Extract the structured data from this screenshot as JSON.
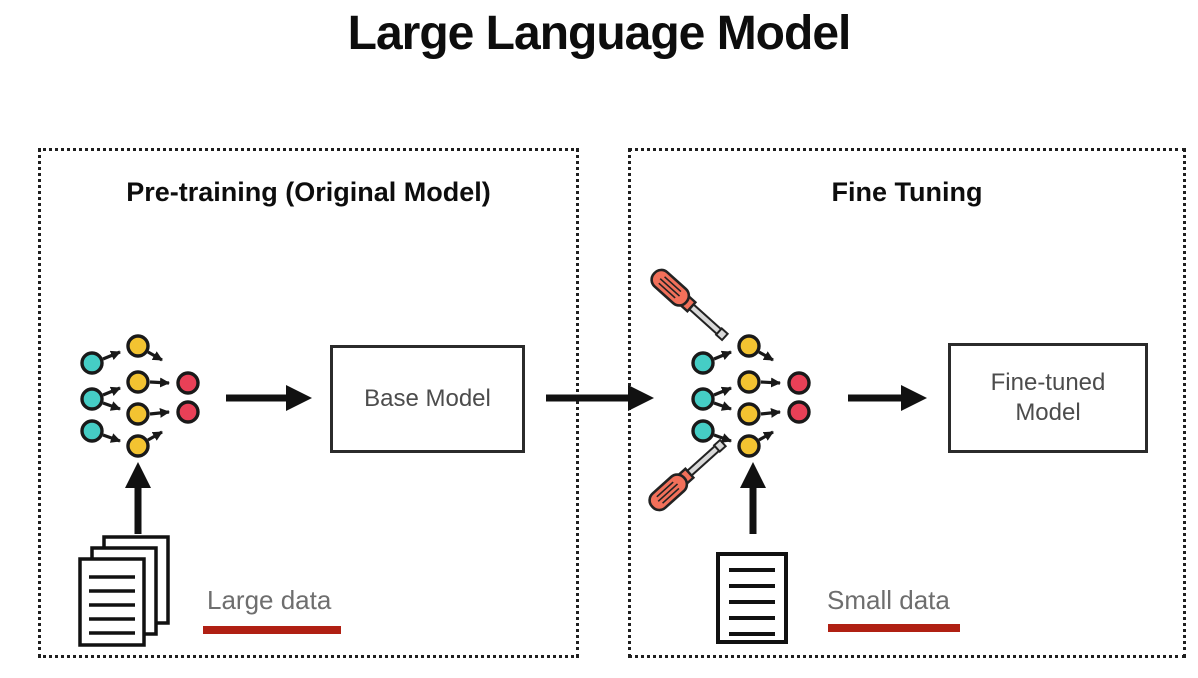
{
  "title": "Large Language Model",
  "panels": {
    "pretraining": {
      "heading": "Pre-training (Original Model)",
      "model_box_label": "Base Model",
      "data_label": "Large data",
      "icons": [
        "neural-network-icon",
        "arrow-up-icon",
        "documents-stack-icon",
        "arrow-right-icon"
      ]
    },
    "finetuning": {
      "heading": "Fine Tuning",
      "model_box_label": "Fine-tuned Model",
      "data_label": "Small data",
      "icons": [
        "screwdriver-icon",
        "neural-network-icon",
        "arrow-up-icon",
        "document-icon",
        "arrow-right-icon"
      ]
    }
  },
  "colors": {
    "node_cyan": "#45cdc5",
    "node_yellow": "#f3c331",
    "node_red": "#e94057",
    "outline": "#191919",
    "screwdriver_handle": "#f2705a",
    "shaft_gray": "#d9d9d9",
    "underline_red": "#b02013",
    "box_border": "#2b2b2b",
    "box_text": "#4c4c4c",
    "label_text": "#6e6e6e",
    "heading_text": "#0d0d0d"
  }
}
